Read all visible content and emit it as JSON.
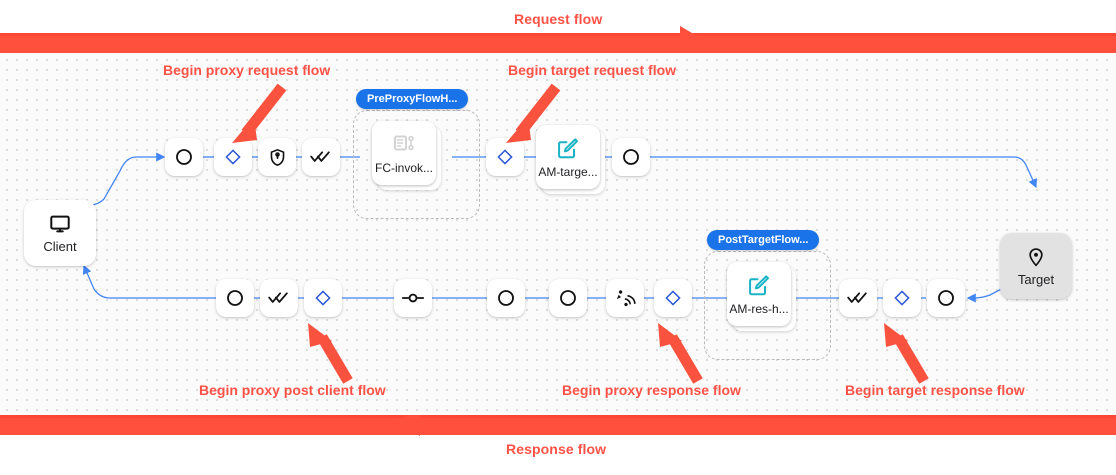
{
  "bars": {
    "request": {
      "label": "Request flow",
      "color": "#ff4f3d",
      "direction": "right"
    },
    "response": {
      "label": "Response flow",
      "color": "#ff4f3d",
      "direction": "left"
    }
  },
  "annotations": [
    {
      "id": "begin-proxy-request-flow",
      "label": "Begin proxy request flow"
    },
    {
      "id": "begin-target-request-flow",
      "label": "Begin target request flow"
    },
    {
      "id": "begin-proxy-post-client-flow",
      "label": "Begin proxy post client flow"
    },
    {
      "id": "begin-proxy-response-flow",
      "label": "Begin proxy response flow"
    },
    {
      "id": "begin-target-response-flow",
      "label": "Begin target response flow"
    }
  ],
  "endpoints": {
    "client": {
      "label": "Client",
      "icon": "monitor-icon"
    },
    "target": {
      "label": "Target",
      "icon": "location-pin-icon"
    }
  },
  "groups": {
    "preproxy": {
      "chip": "PreProxyFlowH...",
      "node_label": "FC-invok...",
      "node_icon": "flow-callout-icon"
    },
    "posttarget": {
      "chip": "PostTargetFlow...",
      "node_label": "AM-res-h...",
      "node_icon": "assign-message-icon"
    }
  },
  "nodes": {
    "target_request_node": {
      "label": "AM-targe...",
      "icon": "assign-message-icon"
    }
  },
  "request_row": [
    {
      "id": "rq-start",
      "icon": "circle-icon"
    },
    {
      "id": "rq-preflow",
      "icon": "diamond-icon"
    },
    {
      "id": "rq-oauth",
      "icon": "shield-lock-icon"
    },
    {
      "id": "rq-postflow",
      "icon": "double-check-icon"
    }
  ],
  "target_request_row": [
    {
      "id": "tr-preflow",
      "icon": "diamond-icon"
    },
    {
      "id": "tr-end",
      "icon": "circle-icon"
    }
  ],
  "response_row": [
    {
      "id": "rs-client-end",
      "icon": "circle-icon"
    },
    {
      "id": "rs-postclient-check",
      "icon": "double-check-icon"
    },
    {
      "id": "rs-postclient-flow",
      "icon": "diamond-icon"
    },
    {
      "id": "rs-pipe",
      "icon": "pipe-node-icon"
    },
    {
      "id": "rs-proxy-end",
      "icon": "circle-icon"
    },
    {
      "id": "rs-proxy-start",
      "icon": "circle-icon"
    },
    {
      "id": "rs-broadcast",
      "icon": "broadcast-icon"
    },
    {
      "id": "rs-proxy-resp-flow",
      "icon": "diamond-icon"
    }
  ],
  "target_response_row": [
    {
      "id": "tg-double-check",
      "icon": "double-check-icon"
    },
    {
      "id": "tg-resp-flow",
      "icon": "diamond-icon"
    },
    {
      "id": "tg-start",
      "icon": "circle-icon"
    }
  ],
  "colors": {
    "accent_red": "#ff4f3d",
    "label_red": "#ff5247",
    "wire_blue": "#4285f4",
    "chip_blue": "#1a73e8",
    "diamond_blue": "#2a56d8",
    "teal": "#18b3c4",
    "target_grey": "#e2e2e2"
  }
}
